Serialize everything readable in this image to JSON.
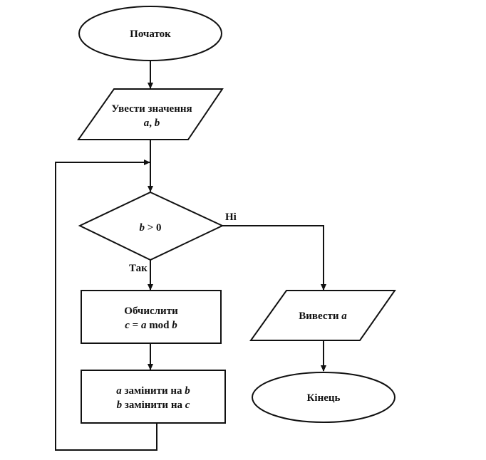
{
  "diagram": {
    "type": "flowchart",
    "title": "Euclid GCD algorithm flowchart",
    "nodes": {
      "start": {
        "shape": "terminator",
        "text": "Початок"
      },
      "input": {
        "shape": "io",
        "line1": "Увести значення",
        "line2_var1": "a",
        "line2_sep": ", ",
        "line2_var2": "b"
      },
      "condition": {
        "shape": "decision",
        "var": "b",
        "rest": " > 0"
      },
      "compute": {
        "shape": "process",
        "line1": "Обчислити",
        "l2_c": "c",
        "l2_eq": " = ",
        "l2_a": "a",
        "l2_mod": " mod ",
        "l2_b": "b"
      },
      "replace": {
        "shape": "process",
        "l1_a": "a",
        "l1_mid": " замінити на ",
        "l1_b": "b",
        "l2_b": "b",
        "l2_mid": " замінити на ",
        "l2_c": "c"
      },
      "output": {
        "shape": "io",
        "text": "Вивести ",
        "var": "a"
      },
      "end": {
        "shape": "terminator",
        "text": "Кінець"
      }
    },
    "edge_labels": {
      "no": "Ні",
      "yes": "Так"
    },
    "edges": [
      {
        "from": "start",
        "to": "input"
      },
      {
        "from": "input",
        "to": "condition"
      },
      {
        "from": "condition",
        "to": "compute",
        "label": "Так"
      },
      {
        "from": "condition",
        "to": "output",
        "label": "Ні"
      },
      {
        "from": "compute",
        "to": "replace"
      },
      {
        "from": "replace",
        "to": "condition",
        "kind": "loop-back"
      },
      {
        "from": "output",
        "to": "end"
      }
    ]
  }
}
